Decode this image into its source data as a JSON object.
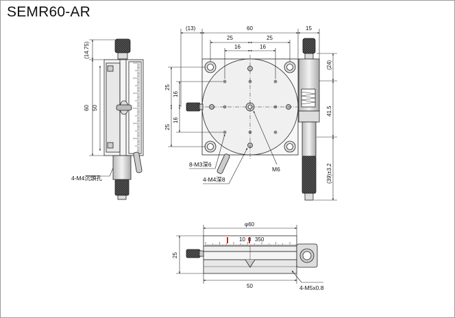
{
  "title": "SEMR60-AR",
  "dims": {
    "d13": "(13)",
    "d60": "60",
    "d15": "15",
    "d25a": "25",
    "d25b": "25",
    "d16a": "16",
    "d16b": "16",
    "d1475": "(14.75)",
    "d60v": "60",
    "d50v": "50",
    "d25l1": "25",
    "d16l1": "16",
    "d16l2": "16",
    "d25l2": "25",
    "d24": "(24)",
    "d415": "41.5",
    "d39": "(39)±3.2",
    "phi60": "φ60",
    "d25s": "25",
    "d50s": "50"
  },
  "labels": {
    "m4_counterbore": "4-M4沉頭孔",
    "m3": "8-M3深6",
    "m4_deep": "4-M4深8",
    "m6": "M6",
    "m5": "4-M5x0.8"
  },
  "scale": {
    "t10": "10",
    "t0": "0",
    "t350": "350"
  }
}
